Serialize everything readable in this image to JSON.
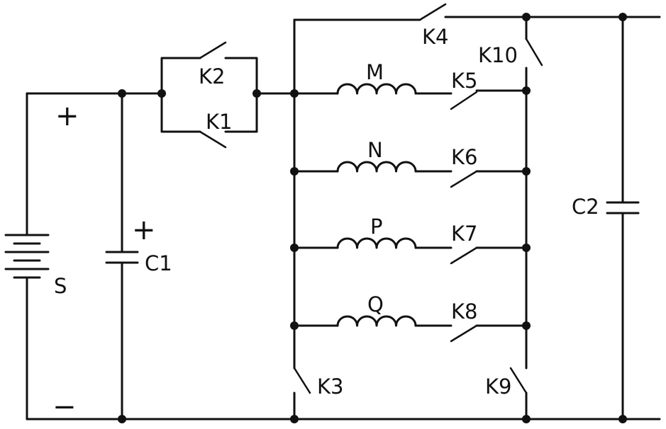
{
  "labels": {
    "source": "S",
    "plus_source": "+",
    "minus_source": "−",
    "cap1": "C1",
    "plus_cap1": "+",
    "cap2": "C2",
    "k1": "K1",
    "k2": "K2",
    "k3": "K3",
    "k4": "K4",
    "k5": "K5",
    "k6": "K6",
    "k7": "K7",
    "k8": "K8",
    "k9": "K9",
    "k10": "K10",
    "ind_m": "M",
    "ind_n": "N",
    "ind_p": "P",
    "ind_q": "Q"
  }
}
